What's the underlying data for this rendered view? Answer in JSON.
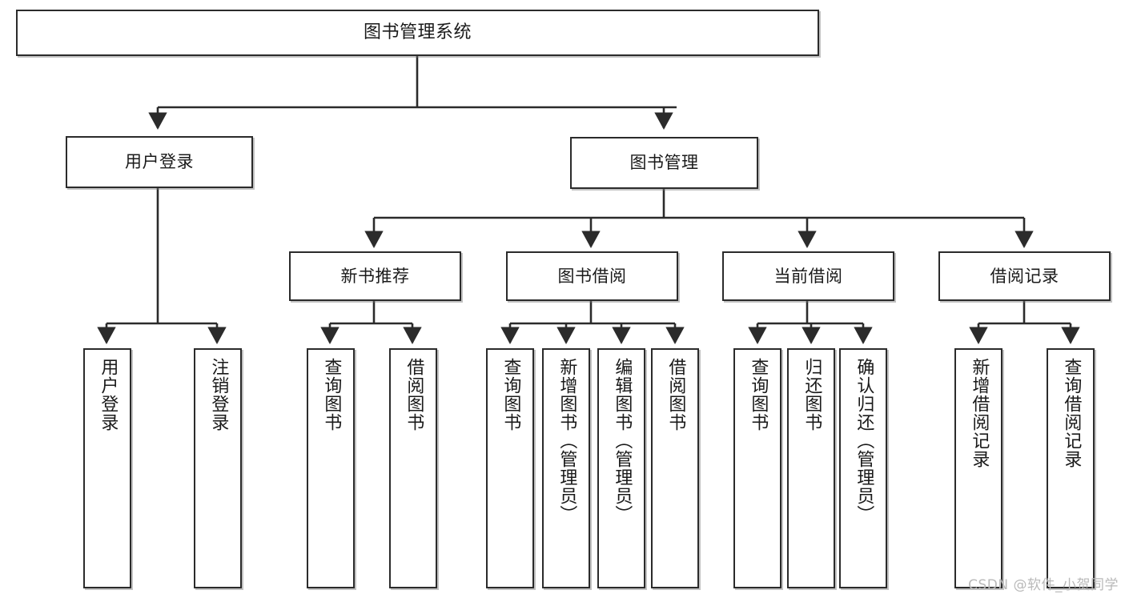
{
  "diagram": {
    "title": "图书管理系统",
    "watermark": "CSDN @软件_小贺同学",
    "nodes": {
      "root": "图书管理系统",
      "l1": {
        "user_login": "用户登录",
        "book_manage": "图书管理"
      },
      "l2": {
        "new_book_recommend": "新书推荐",
        "book_borrow": "图书借阅",
        "current_borrow": "当前借阅",
        "borrow_record": "借阅记录"
      },
      "leaves": {
        "user_login_1": "用户登录",
        "user_login_2": "注销登录",
        "recommend_1": "查询图书",
        "recommend_2": "借阅图书",
        "borrow_1": "查询图书",
        "borrow_2": "新增图书（管理员）",
        "borrow_3": "编辑图书（管理员）",
        "borrow_4": "借阅图书",
        "current_1": "查询图书",
        "current_2": "归还图书",
        "current_3": "确认归还（管理员）",
        "record_1": "新增借阅记录",
        "record_2": "查询借阅记录"
      }
    },
    "colors": {
      "border": "#2b2b2b",
      "background": "#ffffff",
      "text": "#1a1a1a",
      "connector": "#2b2b2b",
      "watermark": "#b9b9b9"
    }
  }
}
